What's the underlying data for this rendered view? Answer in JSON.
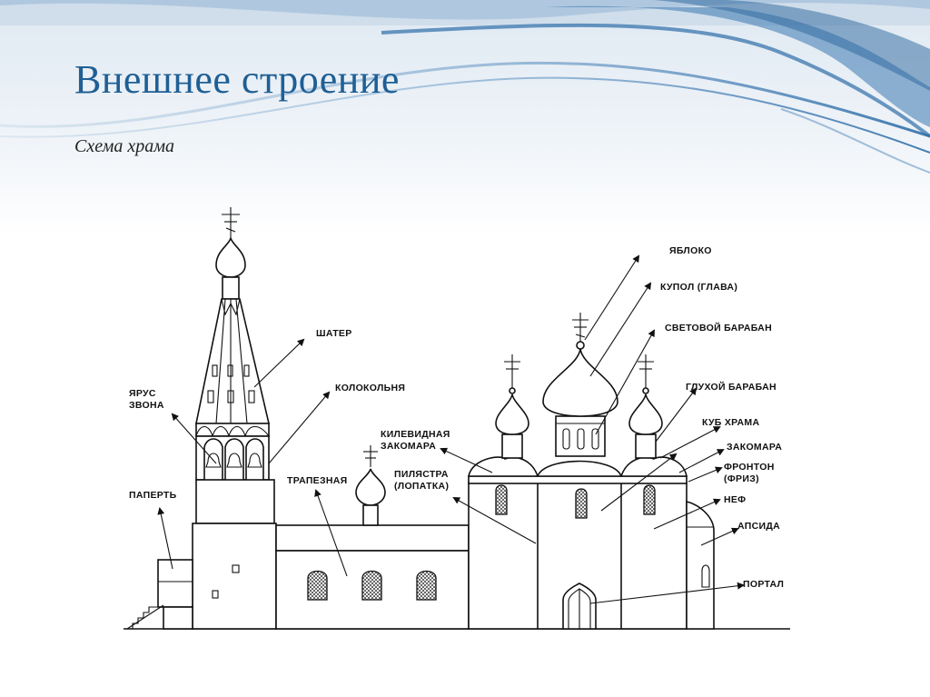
{
  "title": "Внешнее строение",
  "subtitle": "Схема храма",
  "colors": {
    "title": "#1f5f94",
    "accent_wave": "#2f6ea8",
    "background": "#ffffff"
  },
  "labels": {
    "yabloko": "ЯБЛОКО",
    "kupol": "КУПОЛ (ГЛАВА)",
    "svetovoy_baraban": "СВЕТОВОЙ БАРАБАН",
    "glukhoy_baraban": "ГЛУХОЙ БАРАБАН",
    "kub_khrama": "КУБ ХРАМА",
    "zakomara": "ЗАКОМАРА",
    "fronton_1": "ФРОНТОН",
    "fronton_2": "(ФРИЗ)",
    "nef": "НЕФ",
    "apsida": "АПСИДА",
    "portal": "ПОРТАЛ",
    "shater": "ШАТЕР",
    "kolokolnya": "КОЛОКОЛЬНЯ",
    "yarus_1": "ЯРУС",
    "yarus_2": "ЗВОНА",
    "paperty": "ПАПЕРТЬ",
    "trapeznaya": "ТРАПЕЗНАЯ",
    "kilevidnaya_1": "КИЛЕВИДНАЯ",
    "kilevidnaya_2": "ЗАКОМАРА",
    "pilyastra_1": "ПИЛЯСТРА",
    "pilyastra_2": "(ЛОПАТКА)"
  }
}
